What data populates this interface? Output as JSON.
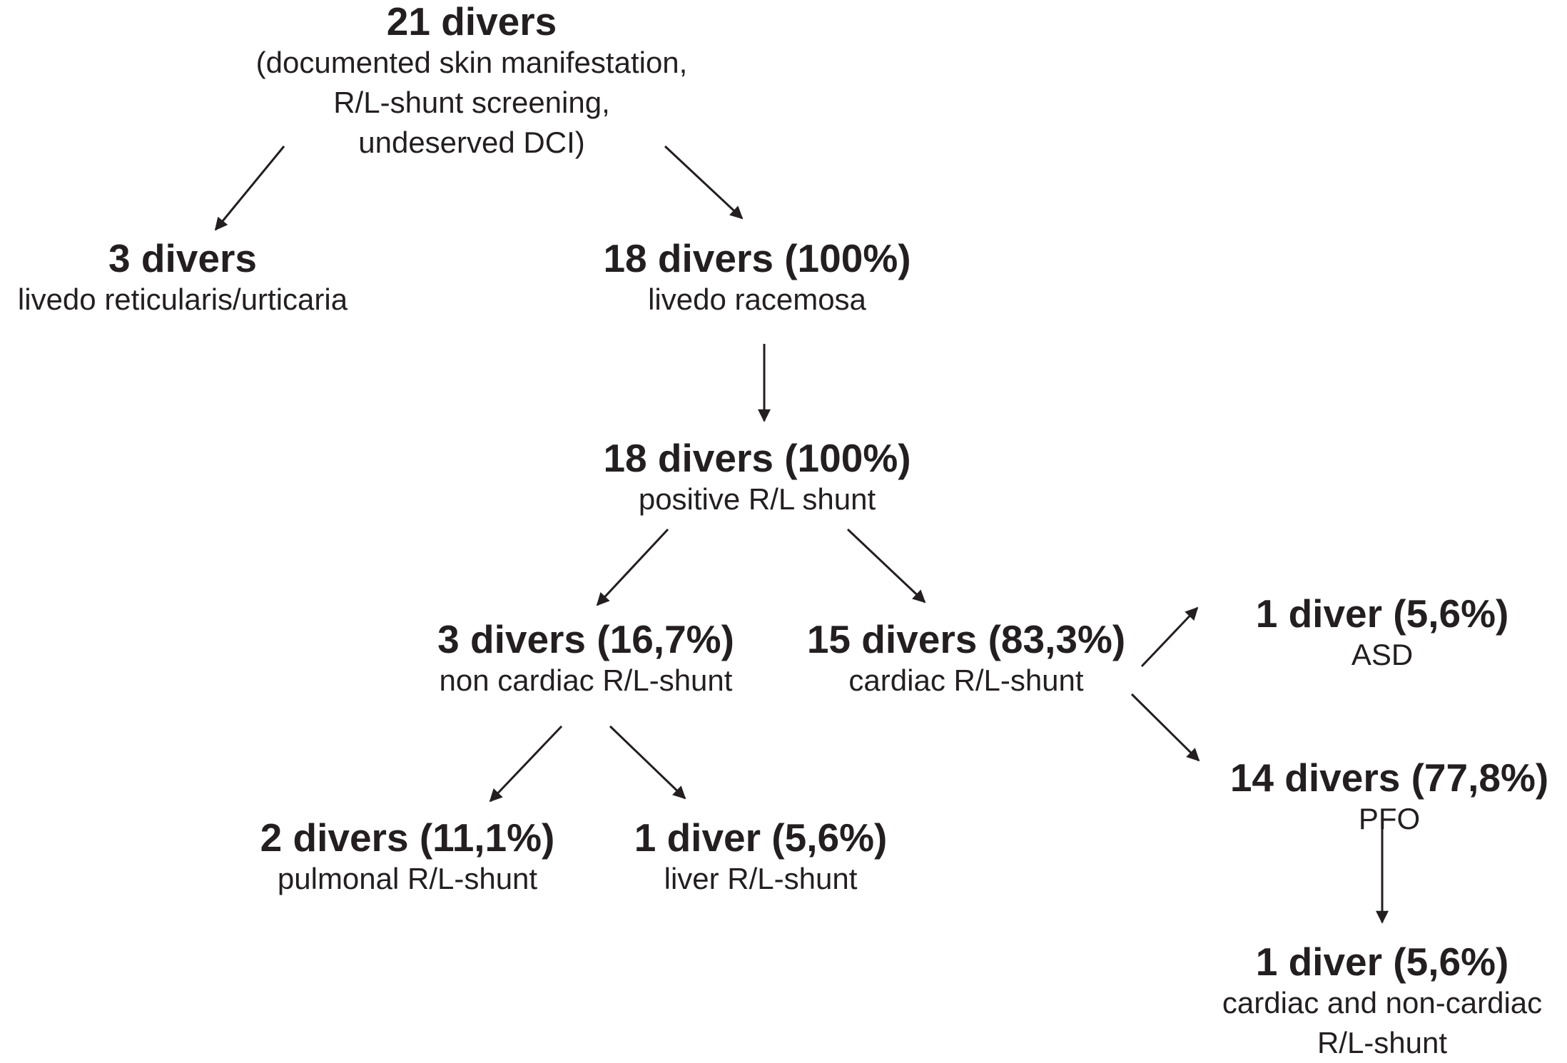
{
  "nodes": {
    "root": {
      "title": "21 divers",
      "lines": [
        "(documented skin manifestation,",
        "R/L-shunt screening,",
        "undeserved DCI)"
      ]
    },
    "reticularis": {
      "title": "3 divers",
      "lines": [
        "livedo reticularis/urticaria"
      ]
    },
    "racemosa": {
      "title": "18 divers (100%)",
      "lines": [
        "livedo racemosa"
      ]
    },
    "positive": {
      "title": "18 divers (100%)",
      "lines": [
        "positive R/L shunt"
      ]
    },
    "noncardiac": {
      "title": "3 divers (16,7%)",
      "lines": [
        "non cardiac R/L-shunt"
      ]
    },
    "cardiac": {
      "title": "15 divers (83,3%)",
      "lines": [
        "cardiac R/L-shunt"
      ]
    },
    "asd": {
      "title": "1 diver (5,6%)",
      "lines": [
        "ASD"
      ]
    },
    "pfo": {
      "title": "14 divers (77,8%)",
      "lines": [
        "PFO"
      ]
    },
    "pulmonal": {
      "title": "2 divers (11,1%)",
      "lines": [
        "pulmonal R/L-shunt"
      ]
    },
    "liver": {
      "title": "1 diver (5,6%)",
      "lines": [
        "liver R/L-shunt"
      ]
    },
    "combined": {
      "title": "1 diver (5,6%)",
      "lines": [
        "cardiac and non-cardiac",
        "R/L-shunt"
      ]
    }
  },
  "colors": {
    "text": "#231f20",
    "arrow": "#231f20"
  }
}
